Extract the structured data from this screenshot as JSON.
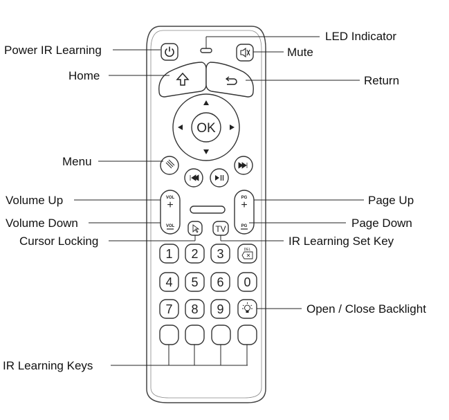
{
  "labels": {
    "power_ir_learning": "Power IR Learning",
    "home": "Home",
    "menu": "Menu",
    "volume_up": "Volume Up",
    "volume_down": "Volume Down",
    "cursor_locking": "Cursor Locking",
    "ir_learning_keys": "IR Learning Keys",
    "led_indicator": "LED Indicator",
    "mute": "Mute",
    "return": "Return",
    "page_up": "Page Up",
    "page_down": "Page Down",
    "ir_learning_set_key": "IR Learning Set Key",
    "open_close_backlight": "Open / Close Backlight"
  },
  "remote": {
    "ok_label": "OK",
    "vol_label": "VOL",
    "pg_label": "PG",
    "plus": "+",
    "minus": "−",
    "tv_label": "TV",
    "del_label": "DEL",
    "digits": [
      "1",
      "2",
      "3",
      "4",
      "5",
      "6",
      "7",
      "8",
      "9",
      "0"
    ]
  }
}
